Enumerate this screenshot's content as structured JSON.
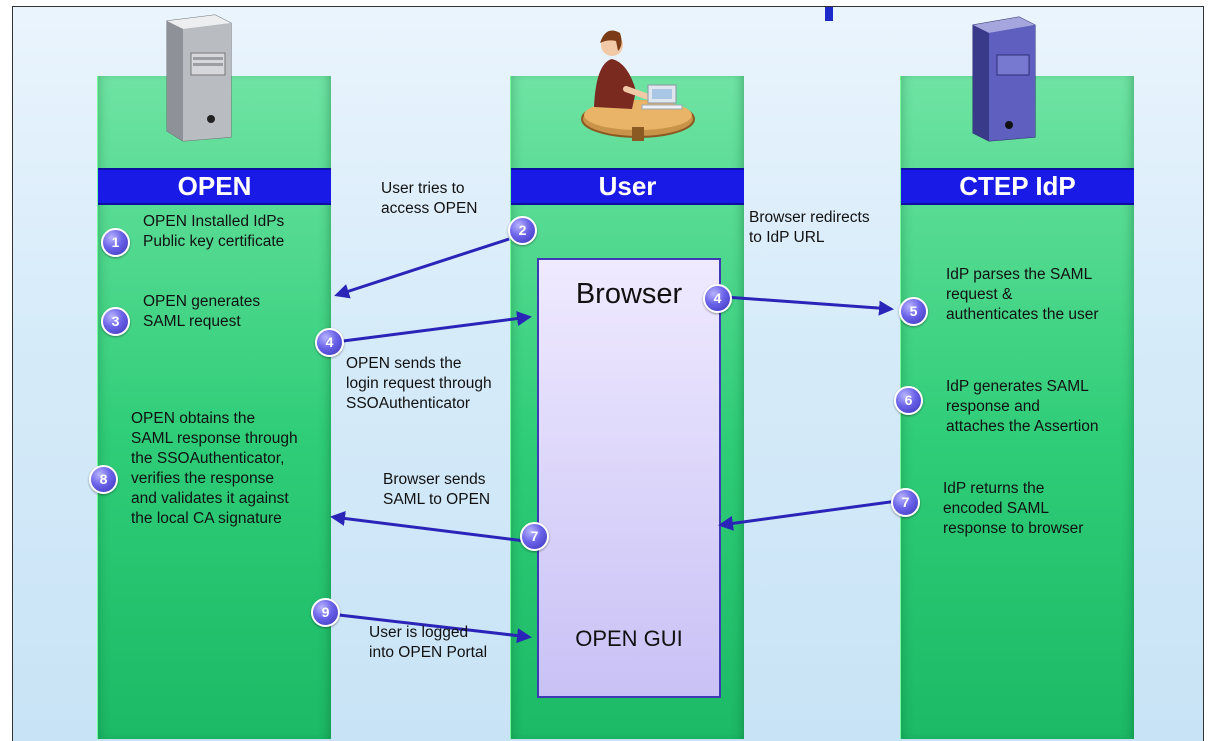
{
  "lanes": {
    "open": {
      "header": "OPEN"
    },
    "user": {
      "header": "User"
    },
    "idp": {
      "header": "CTEP IdP"
    }
  },
  "browser": {
    "title": "Browser",
    "gui_label": "OPEN GUI"
  },
  "steps": [
    {
      "number": "1",
      "text": "OPEN Installed IdPs\nPublic key certificate"
    },
    {
      "number": "2",
      "text": "User tries to\naccess OPEN"
    },
    {
      "number": "3",
      "text": "OPEN generates\nSAML request"
    },
    {
      "number": "4",
      "text": "OPEN sends the\nlogin request through\nSSOAuthenticator"
    },
    {
      "number": "4",
      "text": "Browser redirects\nto IdP URL"
    },
    {
      "number": "5",
      "text": "IdP parses the SAML\nrequest &\nauthenticates the user"
    },
    {
      "number": "6",
      "text": "IdP generates SAML\nresponse and\nattaches the Assertion"
    },
    {
      "number": "7",
      "text": "Browser sends\nSAML to OPEN"
    },
    {
      "number": "7",
      "text": "IdP returns the\nencoded SAML\nresponse to browser"
    },
    {
      "number": "8",
      "text": "OPEN obtains the\nSAML response through\nthe SSOAuthenticator,\nverifies the response\nand validates it against\nthe local CA signature"
    },
    {
      "number": "9",
      "text": "User is logged\ninto OPEN Portal"
    }
  ],
  "colors": {
    "lane_green": "#2fcd78",
    "header_blue": "#1a1ae6",
    "arrow_blue": "#2a24b8",
    "browser_fill": "#c9c1f5"
  },
  "icons": [
    "server-icon",
    "user-at-desk-icon",
    "server-icon"
  ]
}
